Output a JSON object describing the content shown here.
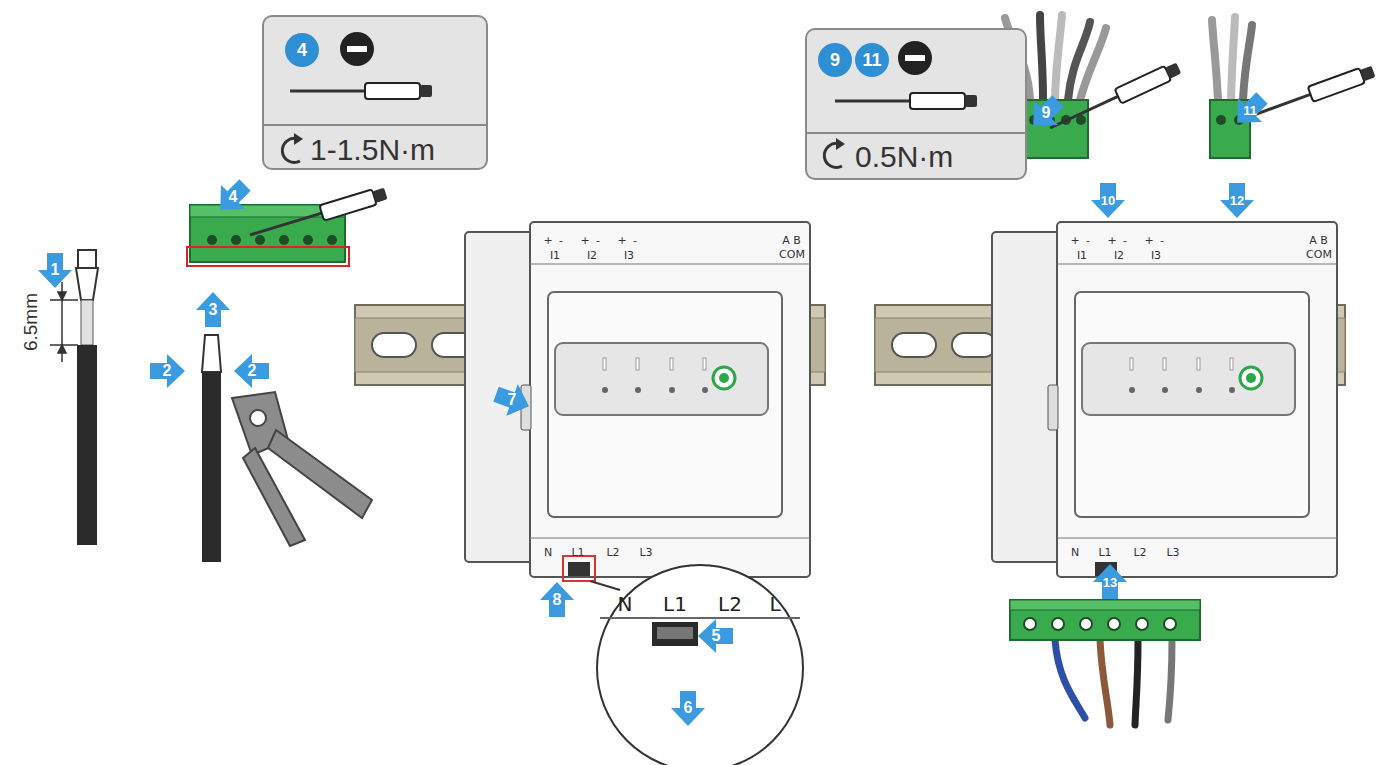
{
  "diagram": {
    "nodes": [
      {
        "text": [
          "4",
          "1-1.5N·m"
        ]
      },
      {
        "text": [
          "9",
          "11",
          "0.5N·m"
        ]
      }
    ],
    "labels": [
      "1",
      "6.5mm",
      "2",
      "2",
      "3",
      "4",
      "+",
      "-",
      "I1",
      "+",
      "-",
      "I2",
      "+",
      "-",
      "I3",
      "A",
      "B",
      "COM",
      "7",
      "N",
      "L1",
      "L2",
      "L3",
      "8",
      "N",
      "L1",
      "L2",
      "L",
      "5",
      "6",
      "9",
      "10",
      "11",
      "12",
      "+",
      "-",
      "I1",
      "+",
      "-",
      "I2",
      "+",
      "-",
      "I3",
      "A",
      "B",
      "COM",
      "N",
      "L1",
      "L2",
      "L3",
      "13"
    ]
  }
}
